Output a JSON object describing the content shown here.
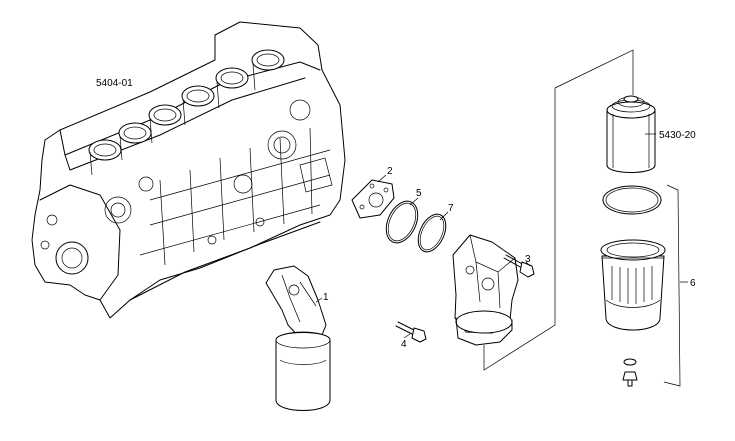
{
  "labels": {
    "engine_block": "5404-01",
    "filter_cartridge": "5430-20",
    "gasket_plate": "2",
    "oring_5": "5",
    "oring_7": "7",
    "screw_3": "3",
    "screw_4": "4",
    "filter_housing": "1",
    "filter_bowl_group": "6"
  }
}
